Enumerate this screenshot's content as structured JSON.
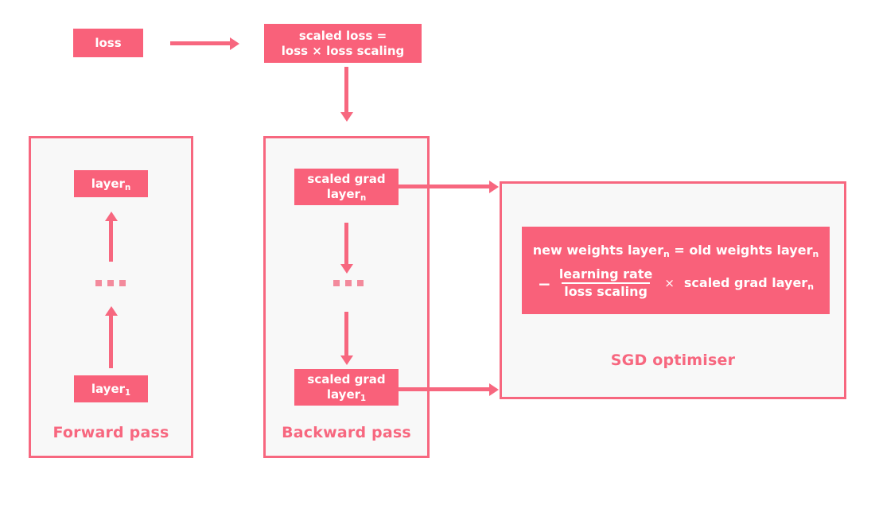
{
  "colors": {
    "fill": "#f9617a",
    "border": "#f7677f",
    "panel_bg": "#f8f8f8",
    "page_bg": "#ffffff",
    "text_on_fill": "#ffffff",
    "label_text": "#f7677f"
  },
  "top_row": {
    "loss_box": "loss",
    "scaled_loss_line1": "scaled loss =",
    "scaled_loss_line2": "loss × loss scaling",
    "arrow_loss_to_scaled": "arrow-right",
    "arrow_scaled_to_backward": "arrow-down"
  },
  "forward_pass": {
    "label": "Forward pass",
    "top_box_text": "layer",
    "top_box_sub": "n",
    "bottom_box_text": "layer",
    "bottom_box_sub": "1",
    "ellipsis": "▪ ▪ ▪",
    "arrow_direction": "up"
  },
  "backward_pass": {
    "label": "Backward pass",
    "top_box_line1": "scaled grad",
    "top_box_line2": "layer",
    "top_box_sub": "n",
    "bottom_box_line1": "scaled grad",
    "bottom_box_line2": "layer",
    "bottom_box_sub": "1",
    "ellipsis": "▪ ▪ ▪",
    "arrow_direction": "down"
  },
  "sgd": {
    "label": "SGD optimiser",
    "formula": {
      "line1_lhs": "new weights layer",
      "line1_lhs_sub": "n",
      "line1_eq": " = ",
      "line1_rhs": "old weights layer",
      "line1_rhs_sub": "n",
      "minus": "−",
      "numerator": "learning rate",
      "denominator": "loss scaling",
      "times": "×",
      "operand": "scaled grad layer",
      "operand_sub": "n"
    }
  },
  "connectors": {
    "grad_n_to_sgd": "arrow-right",
    "grad_1_to_sgd": "arrow-right"
  }
}
